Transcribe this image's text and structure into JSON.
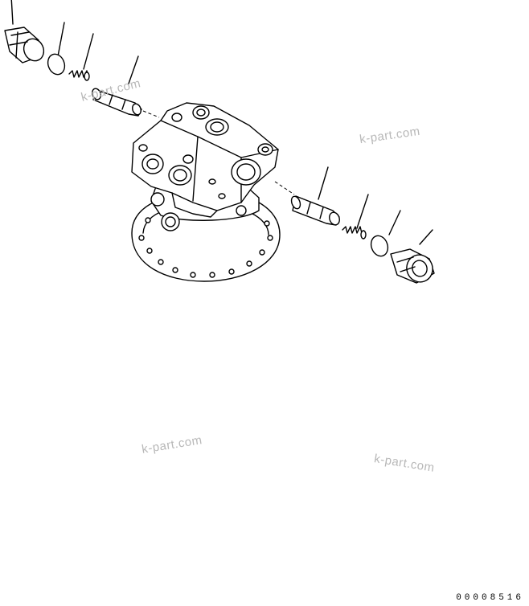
{
  "watermarks": [
    "k-part.com",
    "k-part.com",
    "k-part.com",
    "k-part.com"
  ],
  "drawing_code": "00008516"
}
